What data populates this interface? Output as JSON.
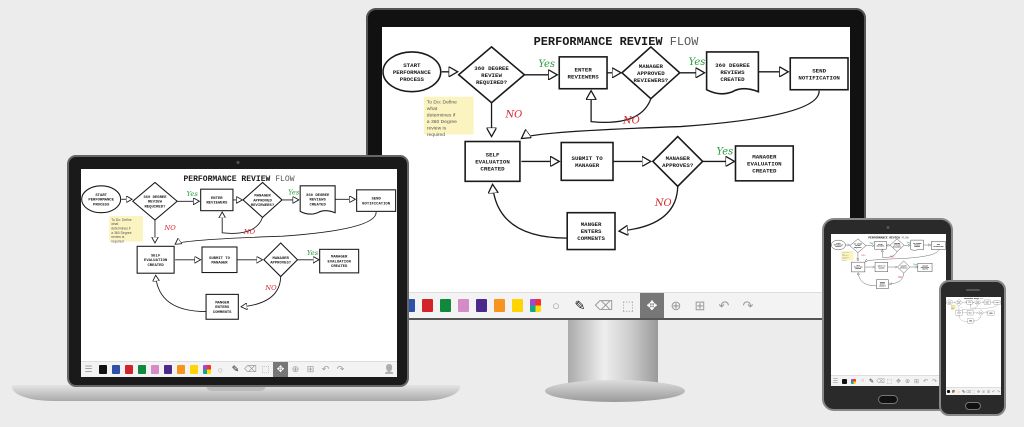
{
  "board": {
    "title_main": "PERFORMANCE REVIEW",
    "title_accent": "FLOW",
    "nodes": {
      "start": "START|PERFORMANCE|PROCESS",
      "review_required": "360 DEGREE|REVIEW|REQUIRED?",
      "enter_reviewers": "ENTER|REVIEWERS",
      "manager_approved": "MANAGER|APPROVED|REVIEWERS?",
      "reviews_created": "360 DEGREE|REVIEWS|CREATED",
      "send_notification": "SEND|NOTIFICATION",
      "self_evaluation": "SELF|EVALUATION|CREATED",
      "submit": "SUBMIT TO|MANAGER",
      "manager_approves": "MANAGER|APPROVES?",
      "manager_evaluation": "MANAGER|EVALUATION|CREATED",
      "manager_comments": "MANGER|ENTERS|COMMENTS"
    },
    "edge_labels": {
      "yes1": "Yes",
      "yes2": "Yes",
      "yes3": "Yes",
      "no1": "NO",
      "no2": "NO",
      "no3": "NO"
    },
    "sticky_note": "To Do: Define what determines if a 360 Degree review is required"
  },
  "colors": {
    "ink": "#1a1a1a",
    "yes": "#2a9a3a",
    "no": "#d9232e",
    "sticky": "#fbf3c0",
    "accent_title": "#555555"
  },
  "toolbar": {
    "swatches": [
      {
        "name": "black",
        "hex": "#111111"
      },
      {
        "name": "blue",
        "hex": "#2f4fa8"
      },
      {
        "name": "red",
        "hex": "#d2232a"
      },
      {
        "name": "green",
        "hex": "#0f8a3c"
      },
      {
        "name": "pink",
        "hex": "#d58cc6"
      },
      {
        "name": "purple",
        "hex": "#4b2a8c"
      },
      {
        "name": "orange",
        "hex": "#f7941d"
      },
      {
        "name": "yellow",
        "hex": "#ffd400"
      }
    ],
    "tools": [
      {
        "name": "shape",
        "glyph": "○"
      },
      {
        "name": "pen",
        "glyph": "✎"
      },
      {
        "name": "eraser",
        "glyph": "⌫"
      },
      {
        "name": "select",
        "glyph": "⬚"
      },
      {
        "name": "pan",
        "glyph": "✥",
        "active": true
      },
      {
        "name": "zoom",
        "glyph": "⊕"
      },
      {
        "name": "add-page",
        "glyph": "⊞"
      },
      {
        "name": "undo",
        "glyph": "↶"
      },
      {
        "name": "redo",
        "glyph": "↷"
      }
    ],
    "menu_glyph": "☰",
    "user_glyph": "👤"
  }
}
